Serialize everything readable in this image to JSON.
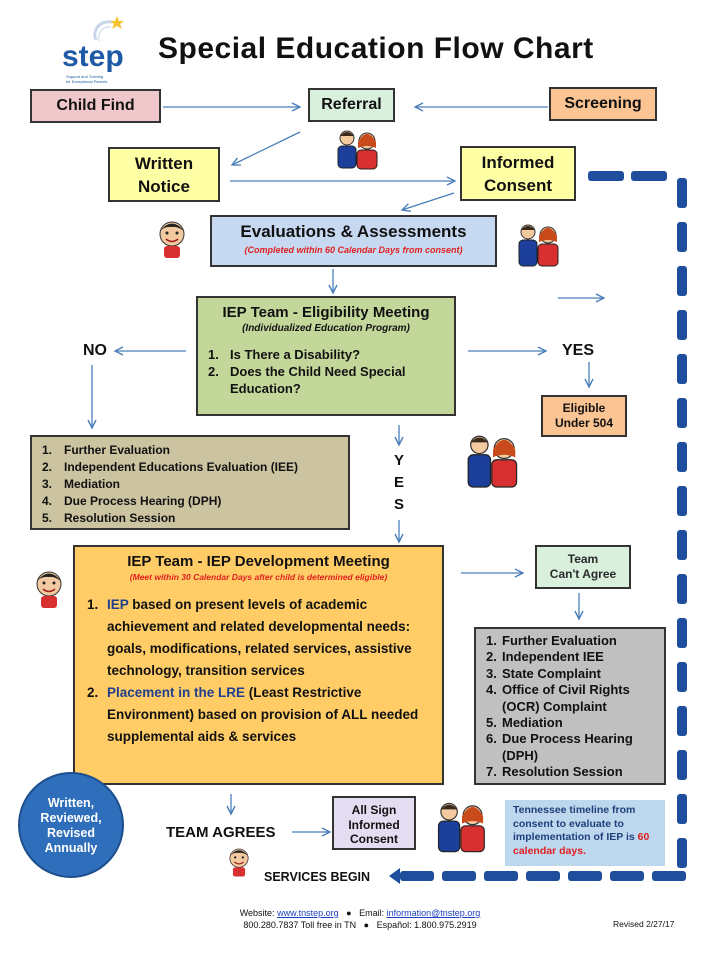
{
  "logo": {
    "name": "step",
    "tagline_1": "Support and Training",
    "tagline_2": "for Exceptional Parents"
  },
  "title": "Special Education Flow Chart",
  "colors": {
    "pink": "#f0c8cc",
    "yellow": "#ffffa6",
    "orange": "#fbc493",
    "blue_grey": "#c6d9f1",
    "green": "#c4d79b",
    "tan": "#ccc3a1",
    "gold": "#ffcc66",
    "mint": "#d8f0dc",
    "grey": "#c0c0c0",
    "light_blue": "#bdd7ee",
    "circle": "#2f6eba",
    "dash": "#1f4e9c",
    "arrow": "#4a7ebb"
  },
  "boxes": {
    "child_find": "Child Find",
    "referral": "Referral",
    "screening": "Screening",
    "written_notice_1": "Written",
    "written_notice_2": "Notice",
    "informed_consent_1": "Informed",
    "informed_consent_2": "Consent",
    "eval_title": "Evaluations & Assessments",
    "eval_sub": "(Completed within 60 Calendar Days from consent)"
  },
  "eligibility": {
    "title": "IEP Team - Eligibility Meeting",
    "subtitle": "(Individualized Education Program)",
    "items": [
      {
        "num": "1.",
        "text": "Is There a Disability?"
      },
      {
        "num": "2.",
        "text": "Does the Child Need Special Education?"
      }
    ]
  },
  "labels": {
    "no": "NO",
    "yes": "YES",
    "yes_vertical": [
      "Y",
      "E",
      "S"
    ],
    "team_agrees": "TEAM AGREES",
    "services_begin": "SERVICES BEGIN"
  },
  "eligible_504": {
    "line1": "Eligible",
    "line2": "Under 504"
  },
  "no_options": [
    {
      "num": "1.",
      "text": "Further Evaluation"
    },
    {
      "num": "2.",
      "text": "Independent Educations Evaluation (IEE)"
    },
    {
      "num": "3.",
      "text": "Mediation"
    },
    {
      "num": "4.",
      "text": "Due Process Hearing (DPH)"
    },
    {
      "num": "5.",
      "text": "Resolution Session"
    }
  ],
  "development": {
    "title": "IEP Team - IEP Development Meeting",
    "subtitle": "(Meet within 30 Calendar Days after child is determined eligible)",
    "item1_num": "1.",
    "item1_bold": "IEP",
    "item1_rest": " based on present levels of academic achievement and related developmental needs: goals, modifications, related services, assistive technology, transition services",
    "item2_num": "2.",
    "item2_bold": "Placement in the LRE",
    "item2_rest": " (Least Restrictive Environment) based on provision of ALL needed supplemental aids & services"
  },
  "cant_agree": {
    "line1": "Team",
    "line2": "Can't Agree"
  },
  "disagree_options": [
    {
      "num": "1.",
      "text": "Further Evaluation"
    },
    {
      "num": "2.",
      "text": "Independent IEE"
    },
    {
      "num": "3.",
      "text": "State Complaint"
    },
    {
      "num": "4.",
      "text": "Office of Civil Rights (OCR) Complaint"
    },
    {
      "num": "5.",
      "text": "Mediation"
    },
    {
      "num": "6.",
      "text": "Due Process Hearing (DPH)"
    },
    {
      "num": "7.",
      "text": "Resolution Session"
    }
  ],
  "annual": {
    "line1": "Written,",
    "line2": "Reviewed,",
    "line3": "Revised",
    "line4": "Annually"
  },
  "all_sign": {
    "line1": "All Sign",
    "line2": "Informed",
    "line3": "Consent"
  },
  "tennessee": {
    "text": "Tennessee timeline from consent to evaluate to implementation of IEP is ",
    "highlight": "60 calendar days."
  },
  "footer": {
    "website_label": "Website:",
    "website": "www.tnstep.org",
    "email_label": "Email:",
    "email": "information@tnstep.org",
    "phone": "800.280.7837 Toll free in TN",
    "espanol": "Español: 1.800.975.2919",
    "revised": "Revised 2/27/17"
  }
}
